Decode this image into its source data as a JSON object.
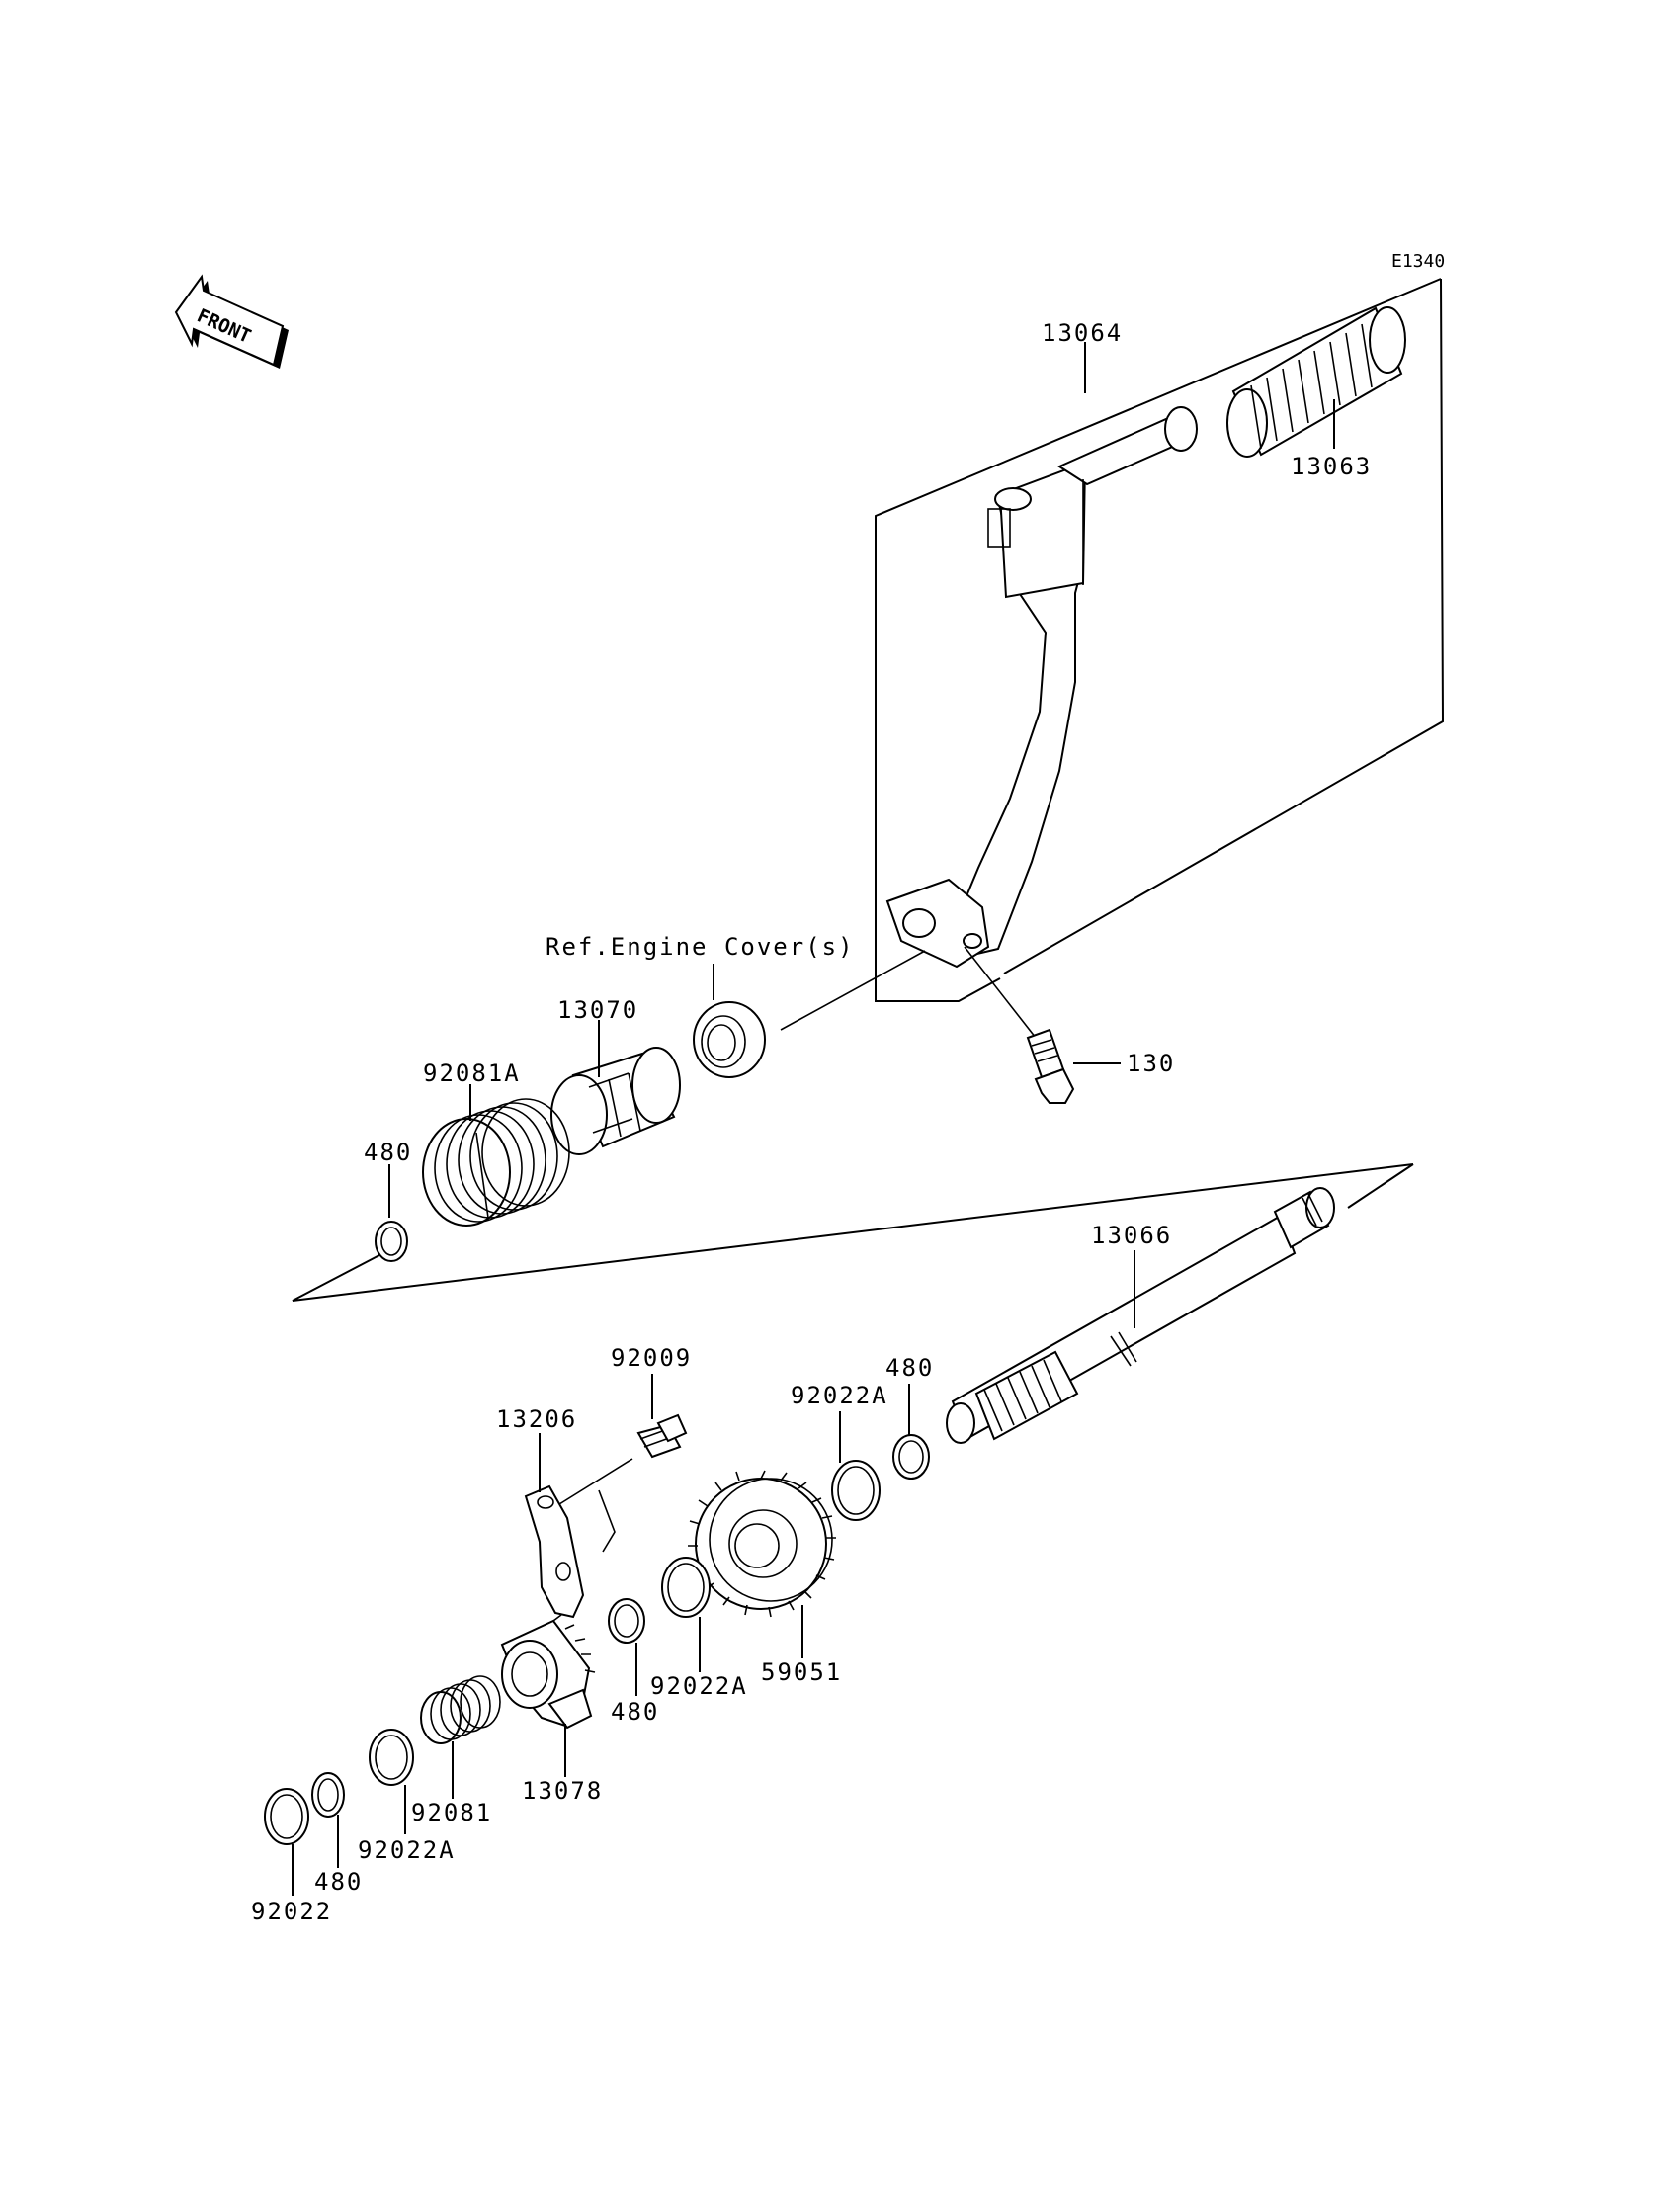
{
  "diagram_code": "E1340",
  "front_indicator": "FRONT",
  "reference_note": "Ref.Engine Cover(s)",
  "callouts": {
    "p13064": "13064",
    "p13063": "13063",
    "p130": "130",
    "p13070": "13070",
    "p92081A": "92081A",
    "p480_top": "480",
    "p13066": "13066",
    "p92009": "92009",
    "p13206": "13206",
    "p92022A_upper": "92022A",
    "p480_upper": "480",
    "p59051": "59051",
    "p92022A_mid": "92022A",
    "p480_mid": "480",
    "p13078": "13078",
    "p92081": "92081",
    "p92022A_lower": "92022A",
    "p480_lower": "480",
    "p92022": "92022"
  }
}
